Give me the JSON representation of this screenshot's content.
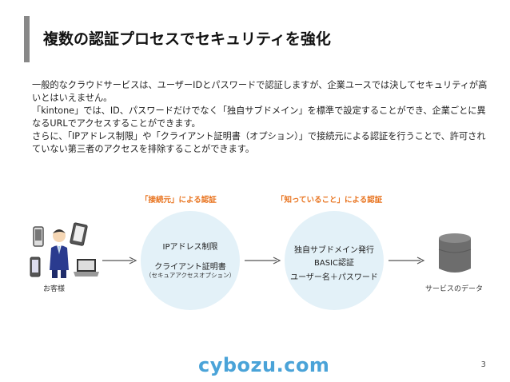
{
  "slide": {
    "title": "複数の認証プロセスでセキュリティを強化",
    "paragraphs": [
      "一般的なクラウドサービスは、ユーザーIDとパスワードで認証しますが、企業ユースでは決してセキュリティが高いとはいえません。",
      "「kintone」では、ID、パスワードだけでなく「独自サブドメイン」を標準で設定することができ、企業ごとに異なるURLでアクセスすることができます。",
      "さらに、「IPアドレス制限」や「クライアント証明書（オプション）」で接続元による認証を行うことで、許可されていない第三者のアクセスを排除することができます。"
    ]
  },
  "diagram": {
    "label_left": "「接続元」による認証",
    "label_right": "「知っていること」による認証",
    "customer_label": "お客様",
    "service_label": "サービスのデータ",
    "circle_left": {
      "line1": "IPアドレス制限",
      "line2": "クライアント証明書",
      "line3": "（セキュアアクセスオプション）"
    },
    "circle_right": {
      "line1": "独自サブドメイン発行",
      "line2": "BASIC認証",
      "line3": "ユーザー名＋パスワード"
    }
  },
  "footer": {
    "logo_main": "cybozu",
    "logo_suffix": ".com",
    "page_number": "3"
  },
  "colors": {
    "accent_orange": "#e8731e",
    "circle_fill": "#e3f1f8",
    "logo_blue": "#4aa3d8",
    "title_bar": "#888888"
  }
}
